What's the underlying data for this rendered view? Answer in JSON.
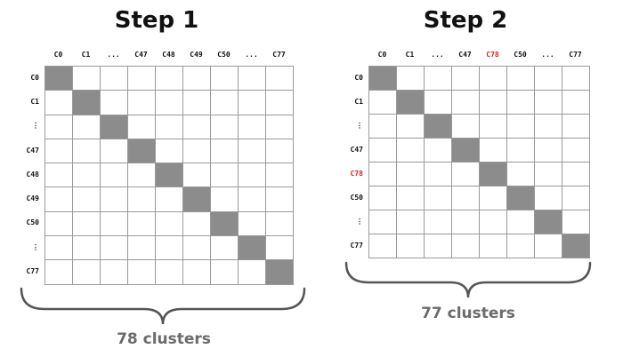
{
  "step1": {
    "title": "Step 1",
    "columns": [
      "C0",
      "C1",
      "...",
      "C47",
      "C48",
      "C49",
      "C50",
      "...",
      "C77"
    ],
    "rows": [
      "C0",
      "C1",
      "⋮",
      "C47",
      "C48",
      "C49",
      "C50",
      "⋮",
      "C77"
    ],
    "highlight": [],
    "cluster_count_label": "78 clusters"
  },
  "step2": {
    "title": "Step 2",
    "columns": [
      "C0",
      "C1",
      "...",
      "C47",
      "C78",
      "C50",
      "...",
      "C77"
    ],
    "rows": [
      "C0",
      "C1",
      "⋮",
      "C47",
      "C78",
      "C50",
      "⋮",
      "C77"
    ],
    "highlight": [
      "C78"
    ],
    "cluster_count_label": "77 clusters"
  },
  "colors": {
    "diagonal_fill": "#8c8c8c",
    "highlight_text": "#e0201e",
    "grid_line": "#9a9a9a",
    "brace": "#555555",
    "count_text": "#6b6b6b"
  }
}
